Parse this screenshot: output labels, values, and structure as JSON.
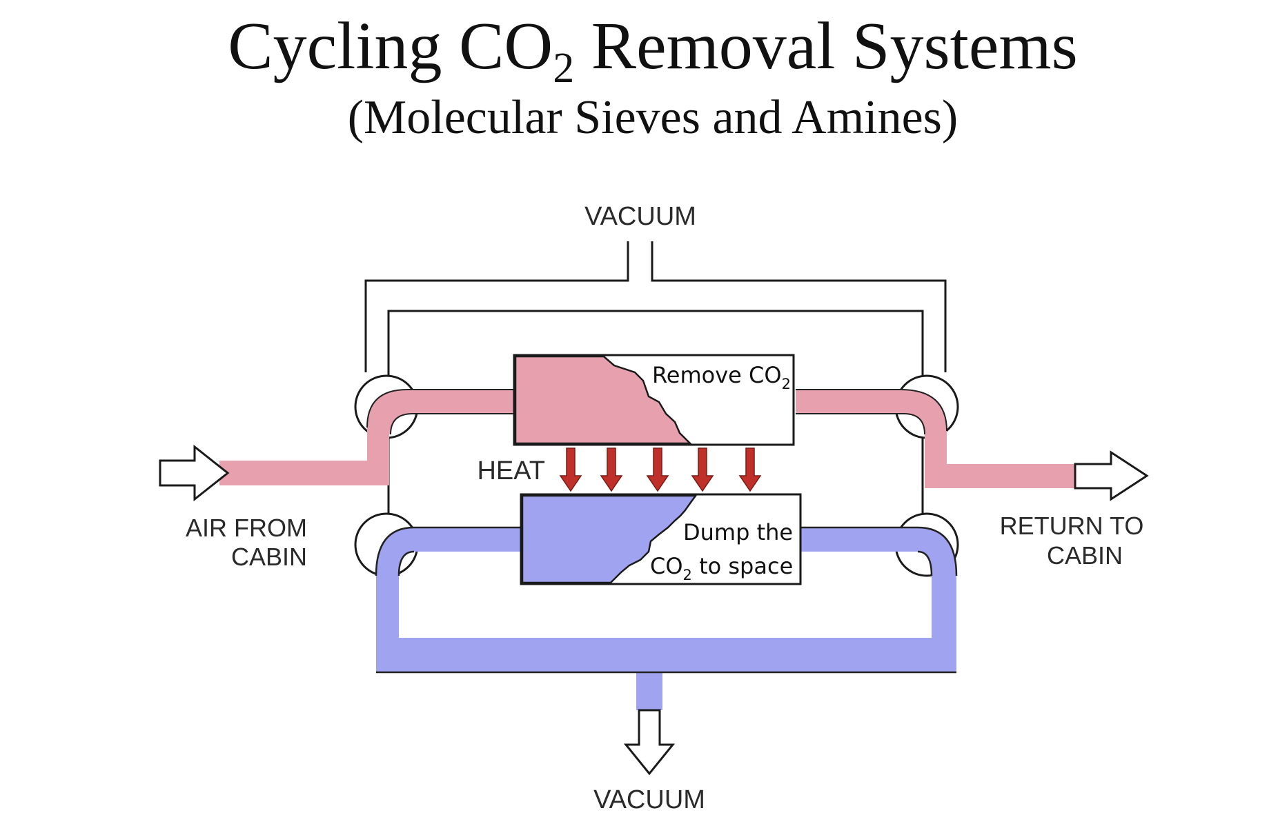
{
  "title": {
    "prefix": "Cycling CO",
    "sub": "2",
    "suffix": " Removal Systems"
  },
  "subtitle": "(Molecular Sieves and Amines)",
  "labels": {
    "vacuum_top": "VACUUM",
    "vacuum_bottom": "VACUUM",
    "heat": "HEAT",
    "air_from_line1": "AIR FROM",
    "air_from_line2": "CABIN",
    "return_to_line1": "RETURN TO",
    "return_to_line2": "CABIN"
  },
  "bed_top": {
    "text": "Remove CO",
    "sub": "2"
  },
  "bed_bottom": {
    "line1": "Dump the",
    "line2_prefix": "CO",
    "line2_sub": "2",
    "line2_suffix": " to space"
  },
  "colors": {
    "air_stream": "#e6a0ae",
    "vacuum_stream": "#a0a3f0",
    "heat_arrow": "#c0302a",
    "outline": "#1a1a1a"
  }
}
